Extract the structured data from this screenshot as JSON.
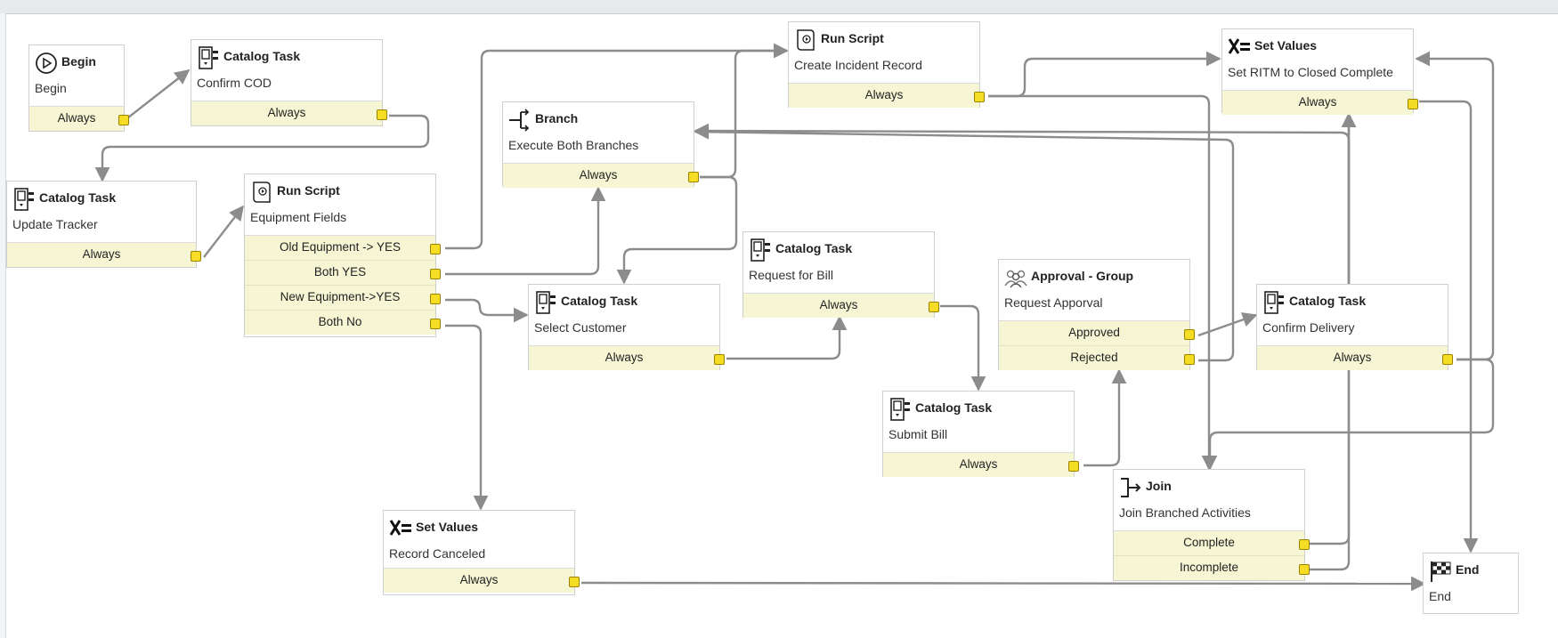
{
  "nodes": {
    "begin": {
      "type": "Begin",
      "name": "Begin",
      "conditions": [
        "Always"
      ]
    },
    "ct_confirm_cod": {
      "type": "Catalog Task",
      "name": "Confirm COD",
      "conditions": [
        "Always"
      ]
    },
    "ct_update_tracker": {
      "type": "Catalog Task",
      "name": "Update Tracker",
      "conditions": [
        "Always"
      ]
    },
    "rs_equipment_fields": {
      "type": "Run Script",
      "name": "Equipment Fields",
      "conditions": [
        "Old Equipment -> YES",
        "Both YES",
        "New Equipment->YES",
        "Both No"
      ]
    },
    "branch": {
      "type": "Branch",
      "name": "Execute Both Branches",
      "conditions": [
        "Always"
      ]
    },
    "rs_create_incident": {
      "type": "Run Script",
      "name": "Create Incident Record",
      "conditions": [
        "Always"
      ]
    },
    "sv_ritm_closed": {
      "type": "Set Values",
      "name": "Set RITM to Closed Complete",
      "conditions": [
        "Always"
      ]
    },
    "ct_request_bill": {
      "type": "Catalog Task",
      "name": "Request for Bill",
      "conditions": [
        "Always"
      ]
    },
    "ct_select_customer": {
      "type": "Catalog Task",
      "name": "Select Customer",
      "conditions": [
        "Always"
      ]
    },
    "approval_group": {
      "type": "Approval - Group",
      "name": "Request Apporval",
      "conditions": [
        "Approved",
        "Rejected"
      ]
    },
    "ct_confirm_delivery": {
      "type": "Catalog Task",
      "name": "Confirm Delivery",
      "conditions": [
        "Always"
      ]
    },
    "ct_submit_bill": {
      "type": "Catalog Task",
      "name": "Submit Bill",
      "conditions": [
        "Always"
      ]
    },
    "join": {
      "type": "Join",
      "name": "Join Branched Activities",
      "conditions": [
        "Complete",
        "Incomplete"
      ]
    },
    "sv_record_canceled": {
      "type": "Set Values",
      "name": "Record Canceled",
      "conditions": [
        "Always"
      ]
    },
    "end": {
      "type": "End",
      "name": "End",
      "conditions": []
    }
  },
  "icons": {
    "begin": "play-icon",
    "catalog_task": "catalog-task-icon",
    "run_script": "script-icon",
    "branch": "branch-icon",
    "set_values": "set-values-icon",
    "approval": "approval-group-icon",
    "join": "join-icon",
    "end": "checkered-flag-icon"
  },
  "colors": {
    "condition_bg": "#f7f6d4",
    "port": "#f5dd25",
    "edge": "#8c8c8c"
  }
}
